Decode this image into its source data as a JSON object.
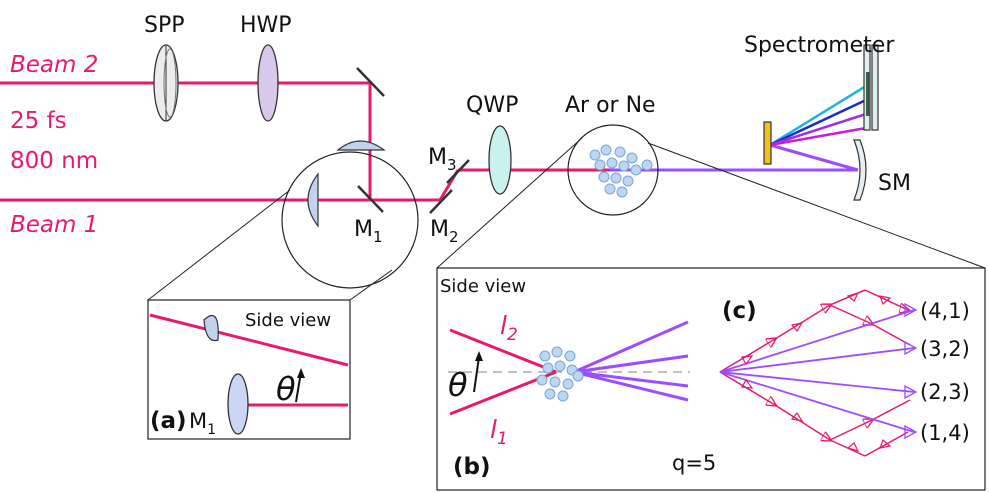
{
  "colors": {
    "beam": "#e8196e",
    "harmonic": "#9b4dff",
    "gas": "#bcd6f2",
    "wave_plate": "#d8c8ee",
    "qwp": "#c9f2ee"
  },
  "beams": {
    "beam2": "Beam 2",
    "beam1": "Beam 1",
    "pulse_duration": "25 fs",
    "wavelength": "800 nm"
  },
  "components": {
    "spp": "SPP",
    "hwp": "HWP",
    "qwp": "QWP",
    "gas": "Ar or Ne",
    "spectrometer": "Spectrometer",
    "sm": "SM",
    "m1": "M",
    "m1_sub": "1",
    "m2": "M",
    "m2_sub": "2",
    "m3": "M",
    "m3_sub": "3"
  },
  "inset_a": {
    "tag": "(a)",
    "side_view": "Side view",
    "m1": "M",
    "m1_sub": "1",
    "theta": "θ"
  },
  "inset_b": {
    "tag": "(b)",
    "side_view": "Side view",
    "l2": "l",
    "l2_sub": "2",
    "l1": "l",
    "l1_sub": "1",
    "theta": "θ"
  },
  "inset_c": {
    "tag": "(c)",
    "q": "q=5",
    "orders": [
      "(4,1)",
      "(3,2)",
      "(2,3)",
      "(1,4)"
    ]
  }
}
